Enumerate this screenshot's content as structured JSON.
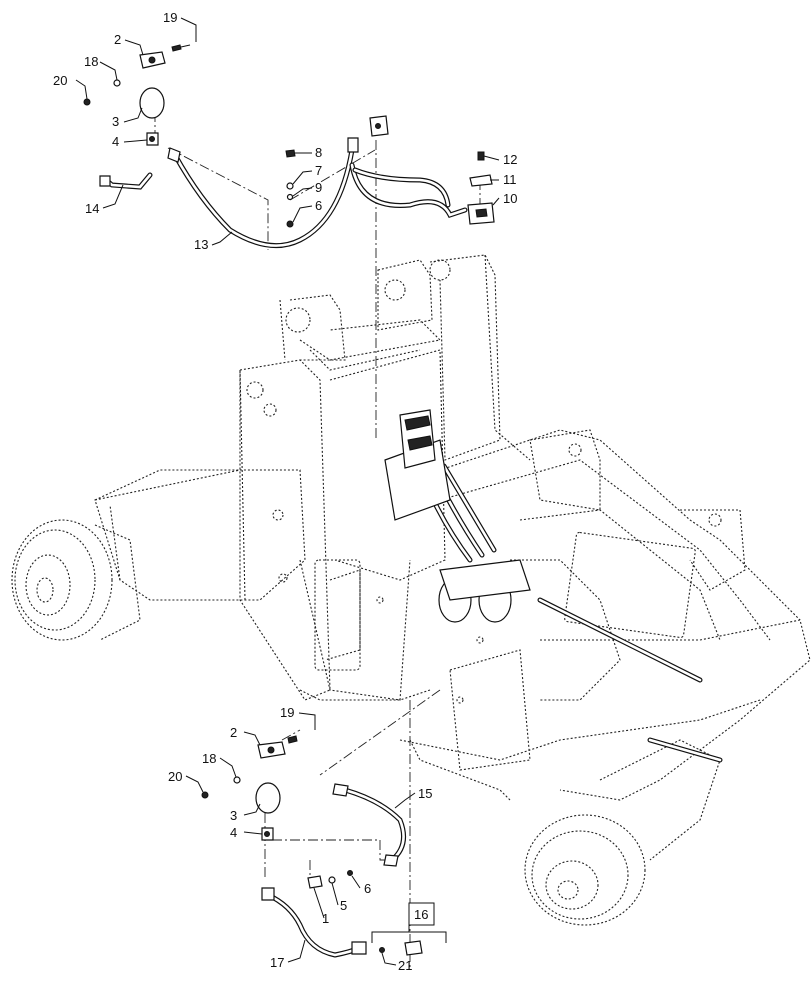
{
  "callouts_top": [
    {
      "id": "c-top-19",
      "label": "19"
    },
    {
      "id": "c-top-2",
      "label": "2"
    },
    {
      "id": "c-top-18",
      "label": "18"
    },
    {
      "id": "c-top-20",
      "label": "20"
    },
    {
      "id": "c-top-3",
      "label": "3"
    },
    {
      "id": "c-top-4",
      "label": "4"
    },
    {
      "id": "c-top-14",
      "label": "14"
    },
    {
      "id": "c-top-13",
      "label": "13"
    },
    {
      "id": "c-top-8",
      "label": "8"
    },
    {
      "id": "c-top-7",
      "label": "7"
    },
    {
      "id": "c-top-9",
      "label": "9"
    },
    {
      "id": "c-top-6",
      "label": "6"
    },
    {
      "id": "c-top-12",
      "label": "12"
    },
    {
      "id": "c-top-11",
      "label": "11"
    },
    {
      "id": "c-top-10",
      "label": "10"
    }
  ],
  "callouts_bottom": [
    {
      "id": "c-bot-19",
      "label": "19"
    },
    {
      "id": "c-bot-2",
      "label": "2"
    },
    {
      "id": "c-bot-18",
      "label": "18"
    },
    {
      "id": "c-bot-20",
      "label": "20"
    },
    {
      "id": "c-bot-3",
      "label": "3"
    },
    {
      "id": "c-bot-4",
      "label": "4"
    },
    {
      "id": "c-bot-15",
      "label": "15"
    },
    {
      "id": "c-bot-6",
      "label": "6"
    },
    {
      "id": "c-bot-5",
      "label": "5"
    },
    {
      "id": "c-bot-1",
      "label": "1"
    },
    {
      "id": "c-bot-17",
      "label": "17"
    },
    {
      "id": "c-bot-21",
      "label": "21"
    },
    {
      "id": "c-bot-16",
      "label": "16"
    }
  ]
}
